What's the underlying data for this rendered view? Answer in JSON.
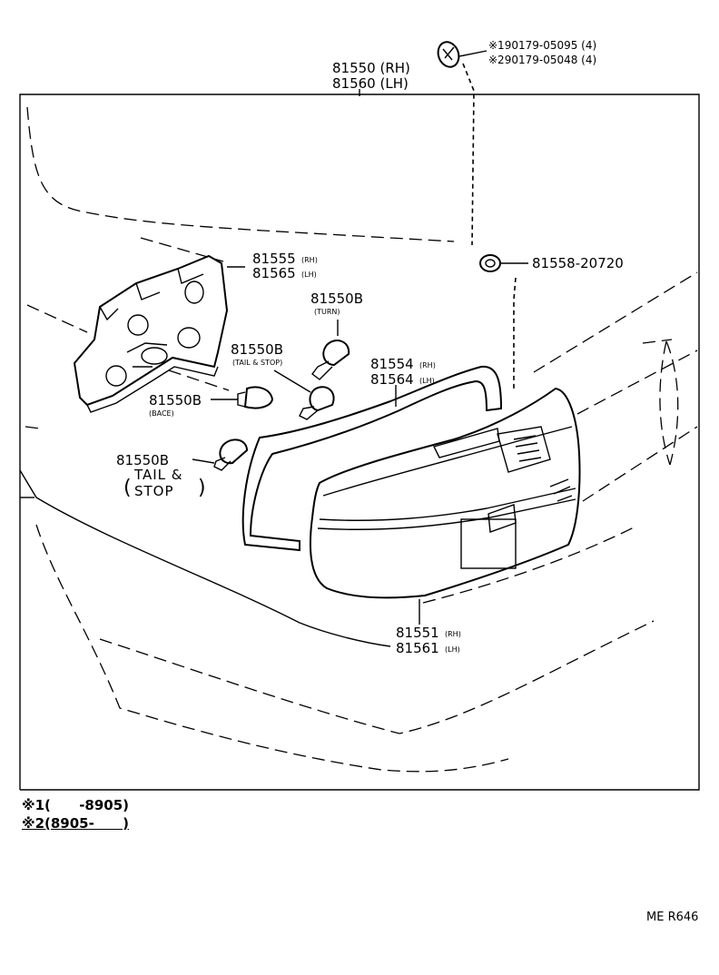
{
  "callouts": {
    "assy_rh": "81550 (RH)",
    "assy_lh": "81560 (LH)",
    "screw_1": "※190179-05095 (4)",
    "screw_2": "※290179-05048 (4)",
    "washer": "81558-20720",
    "socket_rh": "81555",
    "socket_lh": "81565",
    "rh": "(RH)",
    "lh": "(LH)",
    "bulb_turn": "81550B",
    "bulb_turn_note": "(TURN)",
    "bulb_tail_stop": "81550B",
    "bulb_tail_stop_note": "(TAIL & STOP)",
    "bulb_back": "81550B",
    "bulb_back_note": "(BACE)",
    "bulb_tail_stop_2": "81550B",
    "bulb_tail_stop_2_note_1": "TAIL &",
    "bulb_tail_stop_2_note_2": "STOP",
    "gasket_rh": "81554",
    "gasket_lh": "81564",
    "lens_rh": "81551",
    "lens_lh": "81561"
  },
  "legend": {
    "line_1": "※1(      -8905)",
    "line_2": "※2(8905-      )"
  },
  "page_code": "ME R646"
}
